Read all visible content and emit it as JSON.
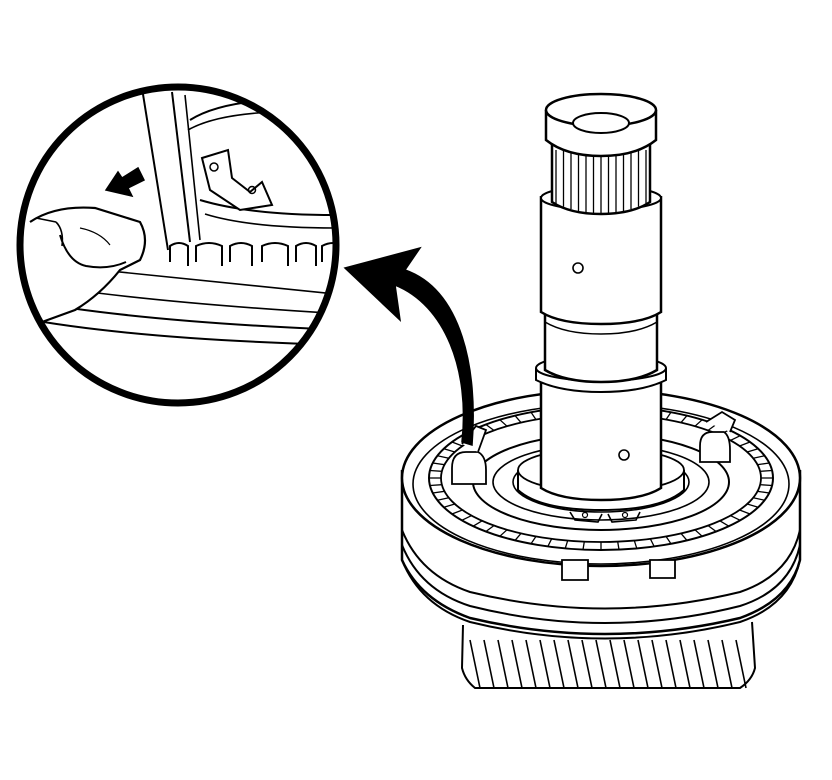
{
  "figure": {
    "background": "#ffffff",
    "line_color": "#000000"
  },
  "parts": {
    "detail_view": "magnified-detail-view",
    "shaft": "input-shaft",
    "gear": "synchronizer-gear-assembly",
    "pointer": "callout-arrow",
    "direction": "press-direction-arrow"
  }
}
